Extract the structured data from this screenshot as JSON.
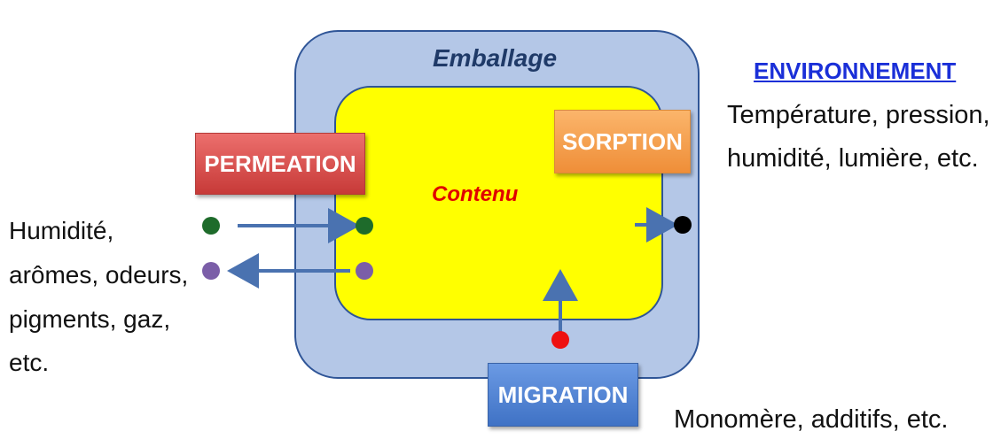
{
  "labels": {
    "packaging": "Emballage",
    "content": "Contenu",
    "permeation": "PERMEATION",
    "sorption": "SORPTION",
    "migration": "MIGRATION"
  },
  "environment": {
    "title": "ENVIRONNEMENT",
    "lines": [
      "Température, pression,",
      "humidité, lumière, etc."
    ]
  },
  "permeating_substances": {
    "lines": [
      " Humidité,",
      "arômes, odeurs,",
      "pigments, gaz,",
      "etc."
    ]
  },
  "migrating_substances": {
    "text": "Monomère, additifs, etc."
  },
  "colors": {
    "packaging_fill": "#b4c7e7",
    "packaging_border": "#2f5597",
    "content_fill": "#ffff00",
    "content_border": "#2f5597",
    "arrow": "#4a72b0",
    "permeation_tag": "#d9534f",
    "sorption_tag": "#f59a44",
    "migration_tag": "#4a80d4",
    "dot_green": "#1e6b2b",
    "dot_purple": "#7b5ea8",
    "dot_black": "#000000",
    "dot_red": "#ee1111",
    "env_title": "#1a2fd8",
    "content_title": "#e00000"
  }
}
